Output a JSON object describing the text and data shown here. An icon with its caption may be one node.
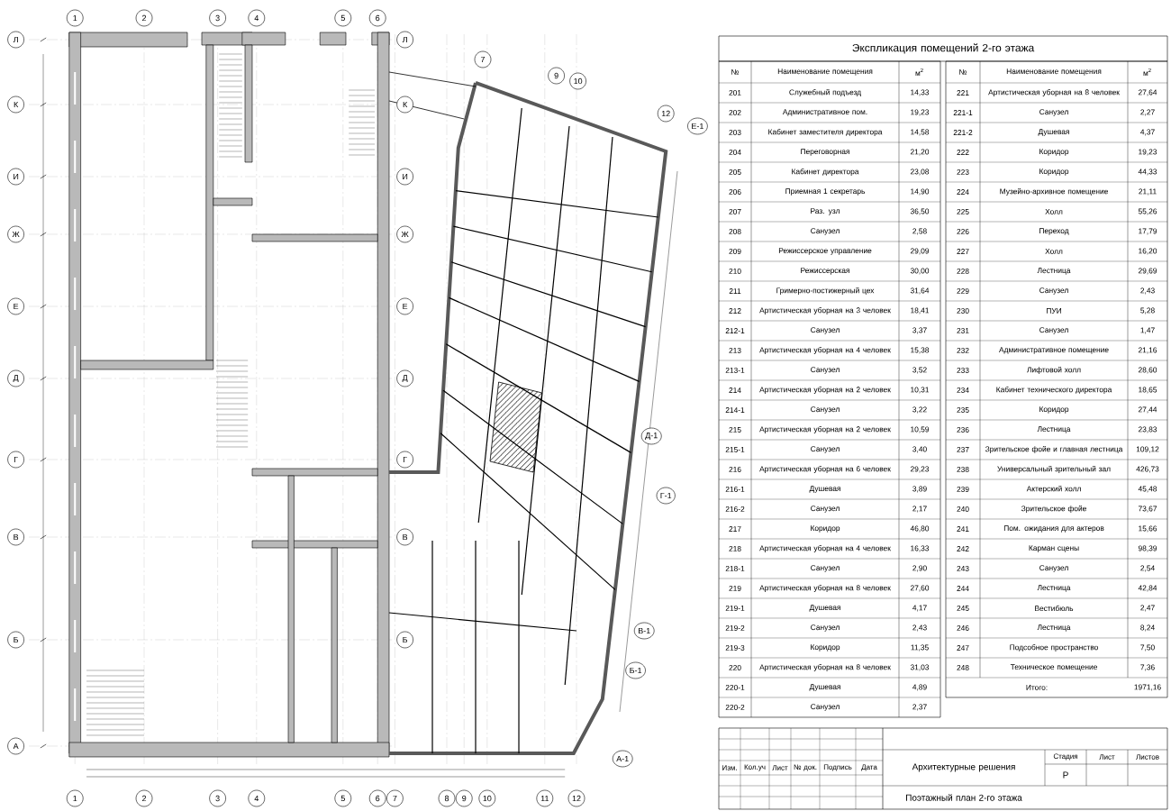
{
  "diagram": {
    "nodes": [
      {
        "text": [
          "1"
        ]
      },
      {
        "text": [
          "2"
        ]
      },
      {
        "text": [
          "3"
        ]
      },
      {
        "text": [
          "4"
        ]
      },
      {
        "text": [
          "5"
        ]
      },
      {
        "text": [
          "6"
        ]
      },
      {
        "text": [
          "7"
        ]
      },
      {
        "text": [
          "9"
        ]
      },
      {
        "text": [
          "10"
        ]
      },
      {
        "text": [
          "12"
        ]
      },
      {
        "text": [
          "Л"
        ]
      },
      {
        "text": [
          "К"
        ]
      },
      {
        "text": [
          "И"
        ]
      },
      {
        "text": [
          "Ж"
        ]
      },
      {
        "text": [
          "Е"
        ]
      },
      {
        "text": [
          "Д"
        ]
      },
      {
        "text": [
          "Г"
        ]
      },
      {
        "text": [
          "В"
        ]
      },
      {
        "text": [
          "Б"
        ]
      },
      {
        "text": [
          "А"
        ]
      },
      {
        "text": [
          "Л"
        ]
      },
      {
        "text": [
          "К"
        ]
      },
      {
        "text": [
          "И"
        ]
      },
      {
        "text": [
          "Ж"
        ]
      },
      {
        "text": [
          "Е"
        ]
      },
      {
        "text": [
          "Д"
        ]
      },
      {
        "text": [
          "Г"
        ]
      },
      {
        "text": [
          "В"
        ]
      },
      {
        "text": [
          "Б"
        ]
      },
      {
        "text": [
          "1"
        ]
      },
      {
        "text": [
          "2"
        ]
      },
      {
        "text": [
          "3"
        ]
      },
      {
        "text": [
          "4"
        ]
      },
      {
        "text": [
          "5"
        ]
      },
      {
        "text": [
          "6"
        ]
      },
      {
        "text": [
          "7"
        ]
      },
      {
        "text": [
          "8"
        ]
      },
      {
        "text": [
          "9"
        ]
      },
      {
        "text": [
          "10"
        ]
      },
      {
        "text": [
          "11"
        ]
      },
      {
        "text": [
          "12"
        ]
      },
      {
        "text": [
          "Е-1"
        ]
      },
      {
        "text": [
          "Д-1"
        ]
      },
      {
        "text": [
          "Г-1"
        ]
      },
      {
        "text": [
          "В-1"
        ]
      },
      {
        "text": [
          "Б-1"
        ]
      },
      {
        "text": [
          "А-1"
        ]
      }
    ],
    "labels": [
      "Экспликация помещений 2-го этажа",
      "№",
      "Наименование помещения",
      "м$^{2}$",
      "№",
      "Наименование помещения",
      "м$^{2}$",
      "201",
      "Служебный подъезд",
      "14,33",
      "221",
      "Артистическая уборная на 8 человек",
      "27,64",
      "202",
      "Административное пом.",
      "19,23",
      "221-1",
      "Санузел",
      "2,27",
      "203",
      "Кабинет заместителя директора",
      "14,58",
      "221-2",
      "Душевая",
      "4,37",
      "204",
      "Переговорная",
      "21,20",
      "222",
      "Коридор",
      "19,23",
      "205",
      "Кабинет директора",
      "23,08",
      "223",
      "Коридор",
      "44,33",
      "206",
      "Приемная 1 секретарь",
      "14,90",
      "224",
      "Музейно-архивное помещение",
      "21,11",
      "207",
      "Раз. узл",
      "36,50",
      "225",
      "Холл",
      "55,26",
      "208",
      "Санузел",
      "2,58",
      "226",
      "Переход",
      "17,79",
      "209",
      "Режиссерское управление",
      "29,09",
      "227",
      "Холл",
      "16,20",
      "210",
      "Режиссерская",
      "30,00",
      "228",
      "Лестница",
      "29,69",
      "211",
      "Гримерно-постижерный цех",
      "31,64",
      "229",
      "Санузел",
      "2,43",
      "212",
      "Артистическая уборная на 3 человек",
      "18,41",
      "230",
      "ПУИ",
      "5,28",
      "212-1",
      "Санузел",
      "3,37",
      "231",
      "Санузел",
      "1,47",
      "213",
      "Артистическая уборная на 4 человек",
      "15,38",
      "232",
      "Административное помещение",
      "21,16",
      "213-1",
      "Санузел",
      "3,52",
      "233",
      "Лифтовой холл",
      "28,60",
      "214",
      "Артистическая уборная на 2 человек",
      "10,31",
      "234",
      "Кабинет технического директора",
      "18,65",
      "214-1",
      "Санузел",
      "3,22",
      "235",
      "Коридор",
      "27,44",
      "215",
      "Артистическая уборная на 2 человек",
      "10,59",
      "236",
      "Лестница",
      "23,83",
      "215-1",
      "Санузел",
      "3,40",
      "237",
      "Зрительское фойе и главная лестница",
      "109,12",
      "216",
      "Артистическая уборная на 6 человек",
      "29,23",
      "238",
      "Универсальный зрительный зал",
      "426,73",
      "216-1",
      "Душевая",
      "3,89",
      "239",
      "Актерский холл",
      "45,48",
      "216-2",
      "Санузел",
      "2,17",
      "240",
      "Зрительское фойе",
      "73,67",
      "217",
      "Коридор",
      "46,80",
      "241",
      "Пом. ожидания для актеров",
      "15,66",
      "218",
      "Артистическая уборная на 4 человек",
      "16,33",
      "242",
      "Карман сцены",
      "98,39",
      "218-1",
      "Санузел",
      "2,90",
      "243",
      "Санузел",
      "2,54",
      "219",
      "Артистическая уборная на 8 человек",
      "27,60",
      "244",
      "Лестница",
      "42,84",
      "219-1",
      "Душевая",
      "4,17",
      "245",
      "Вестибюль",
      "2,47",
      "219-2",
      "Санузел",
      "2,43",
      "246",
      "Лестница",
      "8,24",
      "219-3",
      "Коридор",
      "11,35",
      "247",
      "Подсобное пространство",
      "7,50",
      "220",
      "Артистическая уборная на 8 человек",
      "31,03",
      "248",
      "Техническое помещение",
      "7,36",
      "220-1",
      "Душевая",
      "4,89",
      "Итого:",
      "1971,16",
      "220-2",
      "Санузел",
      "2,37",
      "Изм.",
      "Кол.уч",
      "Лист",
      "№ док.",
      "Подпись",
      "Дата",
      "Архитектурные решения",
      "Стадия",
      "Лист",
      "Листов",
      "Р",
      "Поэтажный план 2-го этажа"
    ]
  }
}
